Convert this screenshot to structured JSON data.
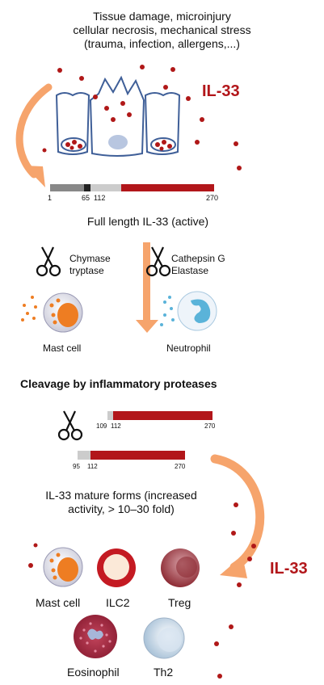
{
  "stimulus": {
    "line1": "Tissue damage, microinjury",
    "line2": "cellular necrosis, mechanical stress",
    "line3": "(trauma, infection, allergens,...)"
  },
  "il33_top": "IL-33",
  "il33_right": "IL-33",
  "full_length": {
    "ticks": [
      "1",
      "65",
      "112",
      "270"
    ],
    "label": "Full length IL-33 (active)"
  },
  "proteases": {
    "left": {
      "line1": "Chymase",
      "line2": "tryptase",
      "cell": "Mast cell"
    },
    "right": {
      "line1": "Cathepsin G",
      "line2": "Elastase",
      "cell": "Neutrophil"
    }
  },
  "cleavage_heading": "Cleavage by inflammatory proteases",
  "mature_bar1_ticks": [
    "109",
    "112",
    "270"
  ],
  "mature_bar2_ticks": [
    "95",
    "112",
    "270"
  ],
  "mature_caption": {
    "line1": "IL-33 mature forms (increased",
    "line2": "activity, > 10–30 fold)"
  },
  "target_cells": [
    "Mast cell",
    "ILC2",
    "Treg",
    "Eosinophil",
    "Th2"
  ],
  "colors": {
    "il33_red": "#b2161a",
    "arrow_orange": "#f6a46c",
    "dot_red": "#b01818",
    "mast_orange": "#ee7d22",
    "neutrophil_blue": "#5ab3d9",
    "cell_outline": "#3f5f98"
  }
}
